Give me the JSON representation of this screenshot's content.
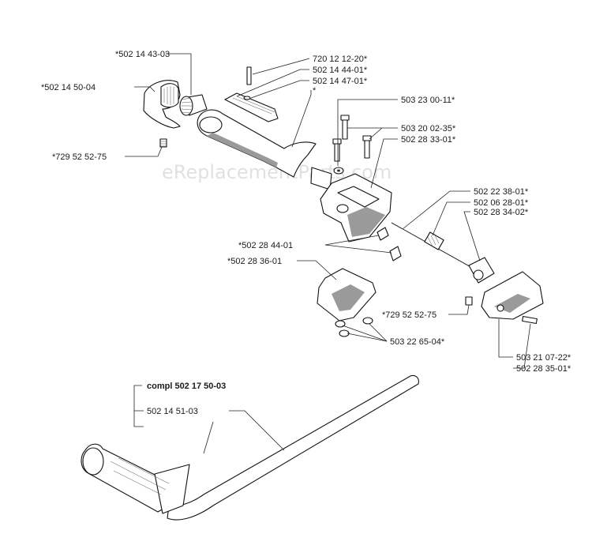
{
  "watermark": "eReplacementParts.com",
  "labels": {
    "p502_14_43_03": "*502 14 43-03",
    "p502_14_50_04": "*502 14 50-04",
    "p729_52_52_75_a": "*729 52 52-75",
    "p720_12_12_20": "720 12 12-20*",
    "p502_14_44_01": "502 14 44-01*",
    "p502_14_47_01": "502 14 47-01*",
    "star": "*",
    "p503_23_00_11": "503 23 00-11*",
    "p503_20_02_35": "503 20 02-35*",
    "p502_28_33_01": "502 28 33-01*",
    "p502_22_38_01": "502 22 38-01*",
    "p502_06_28_01": "502 06 28-01*",
    "p502_28_34_02": "502 28 34-02*",
    "p502_28_44_01": "*502 28 44-01",
    "p502_28_36_01": "*502 28 36-01",
    "p729_52_52_75_b": "*729 52 52-75",
    "p503_22_65_04": "503 22 65-04*",
    "p503_21_07_22": "503 21 07-22*",
    "p502_28_35_01": "502 28 35-01*",
    "compl": "compl 502 17 50-03",
    "p502_14_51_03": "502 14 51-03"
  }
}
